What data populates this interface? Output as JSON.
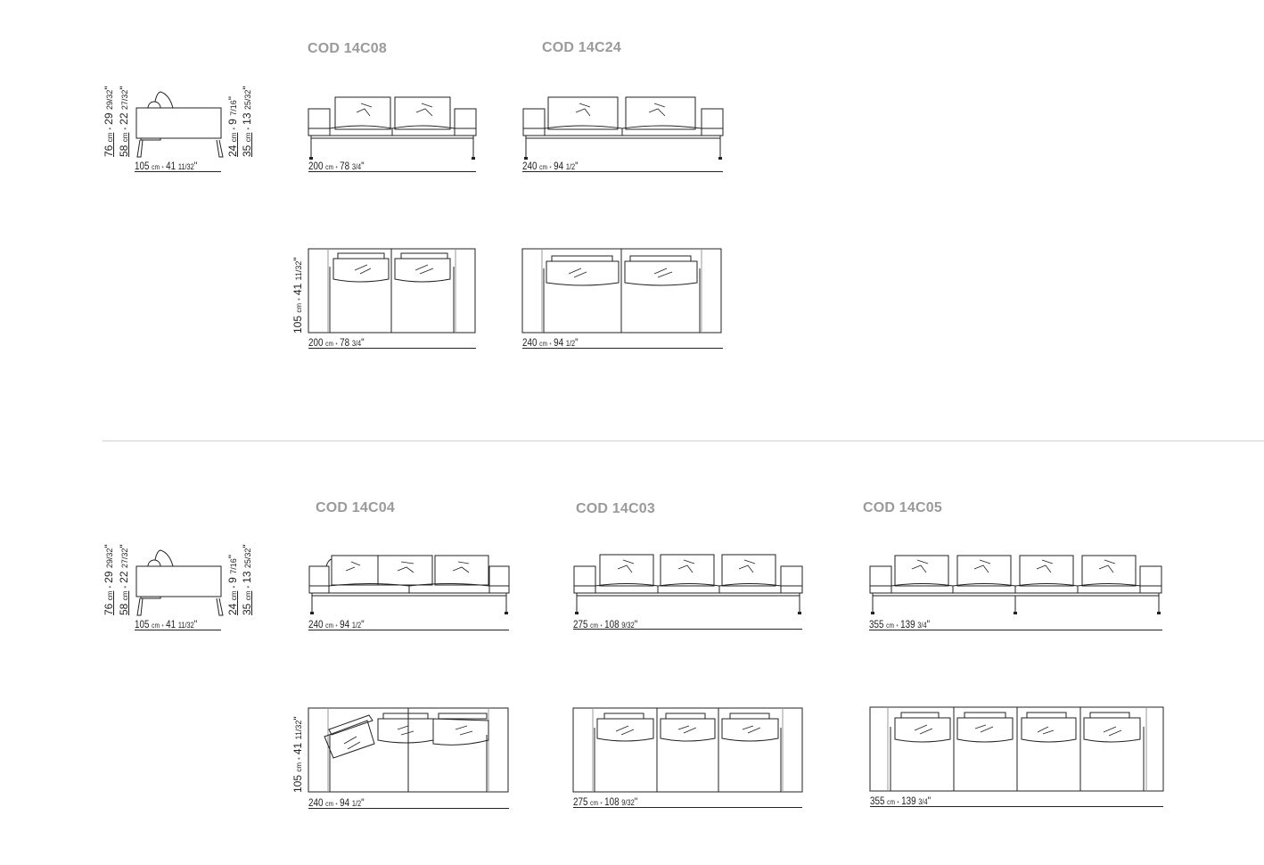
{
  "section_top": {
    "side_view": {
      "heights": [
        {
          "cm": "76",
          "unit": "cm",
          "inch": "29",
          "frac": "29/32"
        },
        {
          "cm": "58",
          "unit": "cm",
          "inch": "22",
          "frac": "27/32"
        },
        {
          "cm": "24",
          "unit": "cm",
          "inch": "9",
          "frac": "7/16"
        },
        {
          "cm": "35",
          "unit": "cm",
          "inch": "13",
          "frac": "25/32"
        }
      ],
      "depth": {
        "cm": "105",
        "unit": "cm",
        "inch": "41",
        "frac": "11/32"
      }
    },
    "models": [
      {
        "code": "COD 14C08",
        "front_width": {
          "cm": "200",
          "unit": "cm",
          "inch": "78",
          "frac": "3/4"
        },
        "plan_width": {
          "cm": "200",
          "unit": "cm",
          "inch": "78",
          "frac": "3/4"
        },
        "plan_depth": {
          "cm": "105",
          "unit": "cm",
          "inch": "41",
          "frac": "11/32"
        },
        "seats": 2
      },
      {
        "code": "COD 14C24",
        "front_width": {
          "cm": "240",
          "unit": "cm",
          "inch": "94",
          "frac": "1/2"
        },
        "plan_width": {
          "cm": "240",
          "unit": "cm",
          "inch": "94",
          "frac": "1/2"
        },
        "seats": 2
      }
    ]
  },
  "section_bottom": {
    "side_view": {
      "heights": [
        {
          "cm": "76",
          "unit": "cm",
          "inch": "29",
          "frac": "29/32"
        },
        {
          "cm": "58",
          "unit": "cm",
          "inch": "22",
          "frac": "27/32"
        },
        {
          "cm": "24",
          "unit": "cm",
          "inch": "9",
          "frac": "7/16"
        },
        {
          "cm": "35",
          "unit": "cm",
          "inch": "13",
          "frac": "25/32"
        }
      ],
      "depth": {
        "cm": "105",
        "unit": "cm",
        "inch": "41",
        "frac": "11/32"
      }
    },
    "models": [
      {
        "code": "COD 14C04",
        "front_width": {
          "cm": "240",
          "unit": "cm",
          "inch": "94",
          "frac": "1/2"
        },
        "plan_width": {
          "cm": "240",
          "unit": "cm",
          "inch": "94",
          "frac": "1/2"
        },
        "plan_depth": {
          "cm": "105",
          "unit": "cm",
          "inch": "41",
          "frac": "11/32"
        },
        "seats": 3
      },
      {
        "code": "COD 14C03",
        "front_width": {
          "cm": "275",
          "unit": "cm",
          "inch": "108",
          "frac": "9/32"
        },
        "plan_width": {
          "cm": "275",
          "unit": "cm",
          "inch": "108",
          "frac": "9/32"
        },
        "seats": 3
      },
      {
        "code": "COD 14C05",
        "front_width": {
          "cm": "355",
          "unit": "cm",
          "inch": "139",
          "frac": "3/4"
        },
        "plan_width": {
          "cm": "355",
          "unit": "cm",
          "inch": "139",
          "frac": "3/4"
        },
        "seats": 4
      }
    ]
  },
  "colors": {
    "line": "#222222",
    "code_label": "#9a9a9a",
    "divider": "#cfcfcf",
    "background": "#ffffff"
  }
}
